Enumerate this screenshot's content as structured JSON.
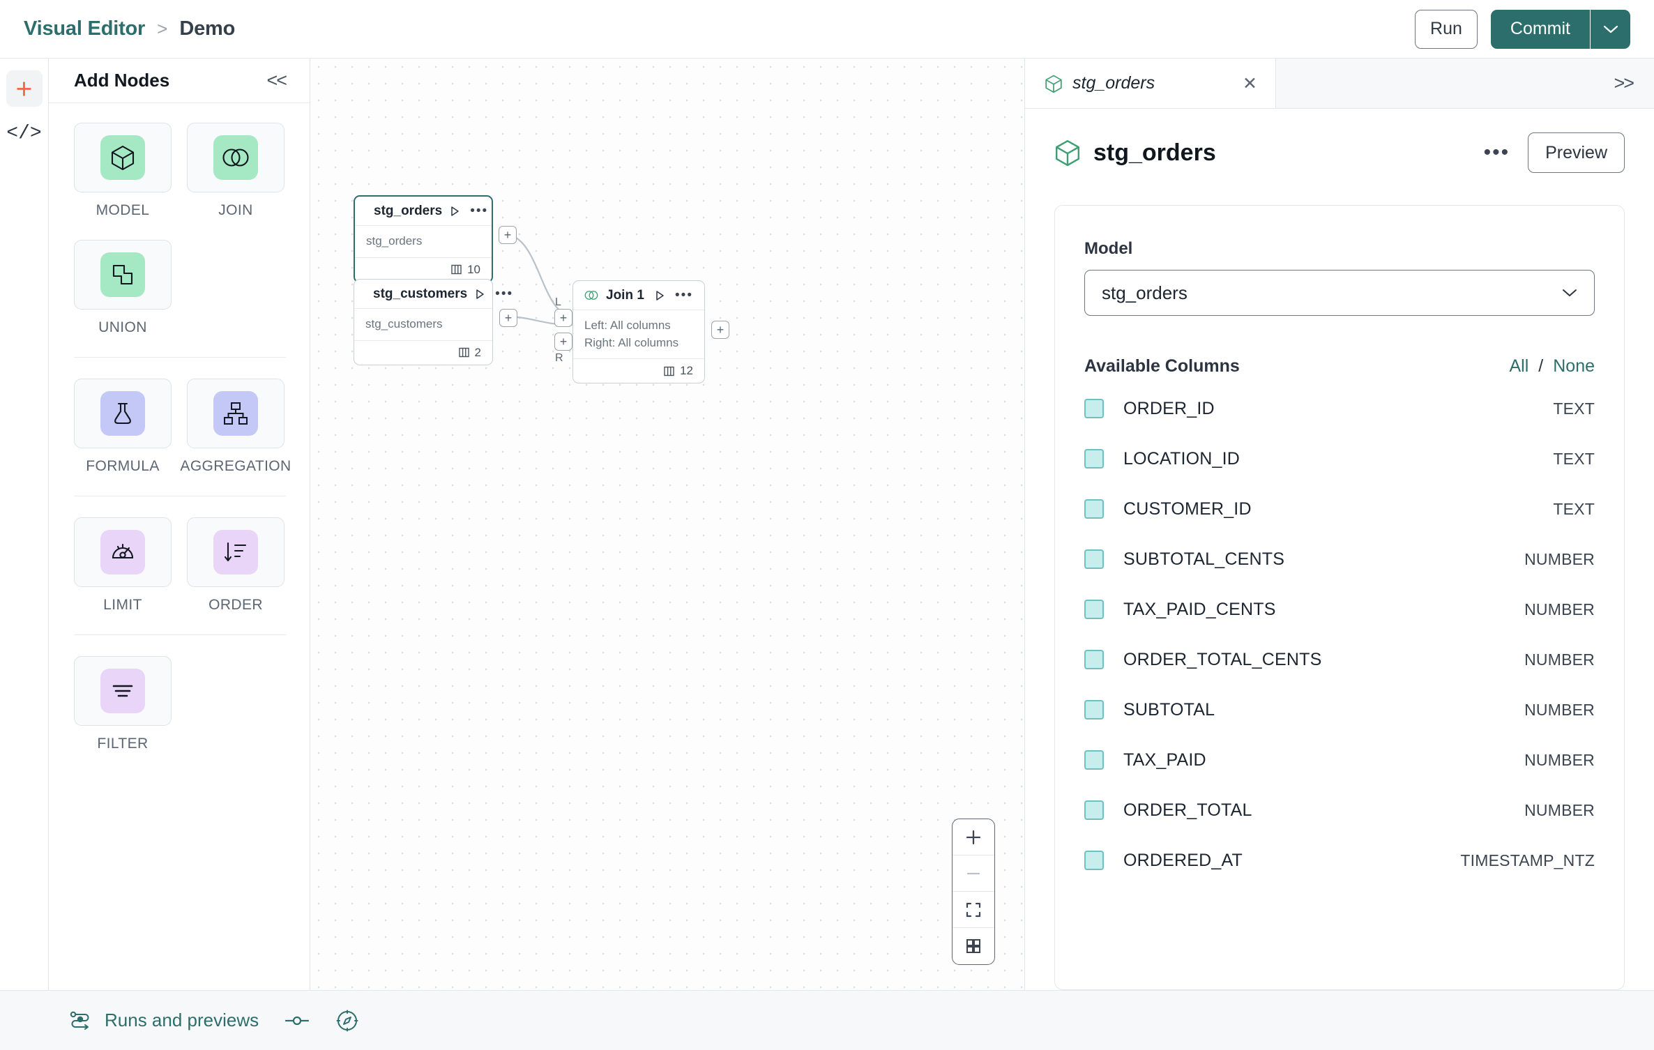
{
  "topbar": {
    "breadcrumb": {
      "root": "Visual Editor",
      "separator": ">",
      "current": "Demo"
    },
    "run_label": "Run",
    "commit_label": "Commit",
    "accent_color": "#2c6e6b"
  },
  "rail": {
    "add_icon": "plus-icon",
    "code_icon": "code-icon"
  },
  "palette": {
    "title": "Add Nodes",
    "collapse_icon": "chevron-double-left-icon",
    "groups": [
      {
        "nodes": [
          {
            "label": "MODEL",
            "icon": "cube-icon",
            "swatch": "#a5e8c4"
          },
          {
            "label": "JOIN",
            "icon": "venn-circles-icon",
            "swatch": "#a5e8c4"
          },
          {
            "label": "UNION",
            "icon": "union-shapes-icon",
            "swatch": "#a5e8c4"
          }
        ]
      },
      {
        "nodes": [
          {
            "label": "FORMULA",
            "icon": "flask-icon",
            "swatch": "#c3c8f7"
          },
          {
            "label": "AGGREGATION",
            "icon": "aggregation-icon",
            "swatch": "#c3c8f7"
          }
        ]
      },
      {
        "nodes": [
          {
            "label": "LIMIT",
            "icon": "gauge-icon",
            "swatch": "#e9d5f7"
          },
          {
            "label": "ORDER",
            "icon": "sort-icon",
            "swatch": "#e9d5f7"
          }
        ]
      },
      {
        "nodes": [
          {
            "label": "FILTER",
            "icon": "filter-icon",
            "swatch": "#e9d5f7"
          }
        ]
      }
    ]
  },
  "canvas": {
    "nodes": [
      {
        "title": "stg_orders",
        "icon": "cube-icon",
        "subtitle": "stg_orders",
        "column_count": "10",
        "selected": true
      },
      {
        "title": "stg_customers",
        "icon": "cube-icon",
        "subtitle": "stg_customers",
        "column_count": "2",
        "selected": false
      },
      {
        "title": "Join 1",
        "icon": "venn-circles-icon",
        "subtitle_left": "Left: All columns",
        "subtitle_right": "Right: All columns",
        "column_count": "12",
        "port_left_label": "L",
        "port_right_label": "R",
        "selected": false
      }
    ],
    "zoom_controls": [
      "zoom-in-icon",
      "zoom-out-icon",
      "fit-view-icon",
      "minimap-icon"
    ]
  },
  "right_panel": {
    "tab": {
      "label": "stg_orders",
      "icon": "cube-icon",
      "close_icon": "close-icon"
    },
    "expand_icon": "chevron-double-right-icon",
    "header": {
      "title": "stg_orders",
      "icon": "cube-icon",
      "menu_icon": "ellipsis-icon",
      "preview_label": "Preview"
    },
    "model_field": {
      "label": "Model",
      "value": "stg_orders",
      "caret_icon": "chevron-down-icon"
    },
    "columns_section": {
      "title": "Available Columns",
      "all_label": "All",
      "separator": "/",
      "none_label": "None",
      "rows": [
        {
          "name": "ORDER_ID",
          "type": "TEXT"
        },
        {
          "name": "LOCATION_ID",
          "type": "TEXT"
        },
        {
          "name": "CUSTOMER_ID",
          "type": "TEXT"
        },
        {
          "name": "SUBTOTAL_CENTS",
          "type": "NUMBER"
        },
        {
          "name": "TAX_PAID_CENTS",
          "type": "NUMBER"
        },
        {
          "name": "ORDER_TOTAL_CENTS",
          "type": "NUMBER"
        },
        {
          "name": "SUBTOTAL",
          "type": "NUMBER"
        },
        {
          "name": "TAX_PAID",
          "type": "NUMBER"
        },
        {
          "name": "ORDER_TOTAL",
          "type": "NUMBER"
        },
        {
          "name": "ORDERED_AT",
          "type": "TIMESTAMP_NTZ"
        }
      ]
    }
  },
  "statusbar": {
    "runs_label": "Runs and previews",
    "runs_icon": "runs-flow-icon",
    "toggle_icon": "toggle-icon",
    "compass_icon": "compass-icon"
  }
}
